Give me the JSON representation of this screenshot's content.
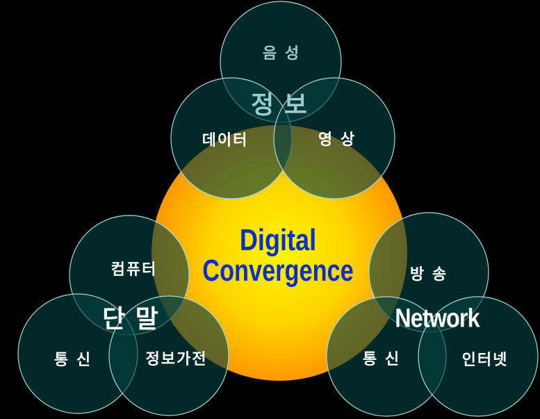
{
  "diagram": {
    "center": {
      "line1": "Digital",
      "line2": "Convergence",
      "text_color": "#0a2fc4",
      "gradient_inner": "#fff200",
      "gradient_outer": "#ff9a00"
    },
    "clusters": [
      {
        "hub_label": "정 보",
        "circles": [
          {
            "label": "음 성"
          },
          {
            "label": "데이터"
          },
          {
            "label": "영 상"
          }
        ]
      },
      {
        "hub_label": "단 말",
        "circles": [
          {
            "label": "컴퓨터"
          },
          {
            "label": "통 신"
          },
          {
            "label": "정보가전"
          }
        ]
      },
      {
        "hub_label": "Network",
        "circles": [
          {
            "label": "방 송"
          },
          {
            "label": "통 신"
          },
          {
            "label": "인터넷"
          }
        ]
      }
    ],
    "colors": {
      "background": "#000000",
      "circle_fill": "#04403f",
      "circle_stroke": "#a8d8d6",
      "pale_text": "#9ccccb",
      "white_text": "#ffffff"
    }
  }
}
